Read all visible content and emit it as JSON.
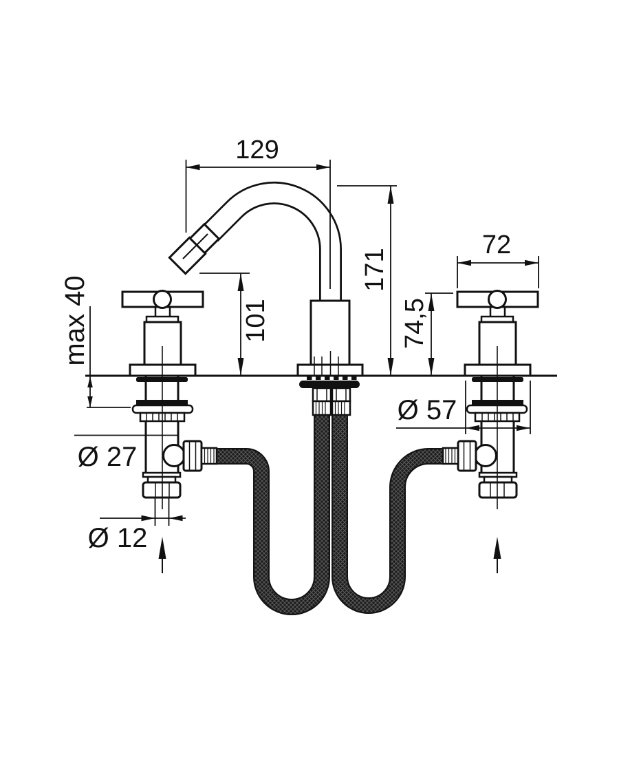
{
  "drawing": {
    "title": "3-hole bidet mixer with cross handles, curved spout and flexible supply hoses — dimensioned technical drawing",
    "units": "mm",
    "colors": {
      "line": "#111111",
      "background": "#ffffff",
      "hose": "#1c1c1c"
    },
    "dims": {
      "spout_reach": "129",
      "total_height": "171",
      "spout_outlet_height": "101",
      "handle_width": "72",
      "handle_height": "74,5",
      "max_deck_thickness": "max 40",
      "escutcheon_diameter": "Ø 57",
      "valve_body_diameter": "Ø 27",
      "inlet_diameter": "Ø 12"
    },
    "icons": {
      "flow_arrow": "upward flow direction arrow"
    }
  }
}
